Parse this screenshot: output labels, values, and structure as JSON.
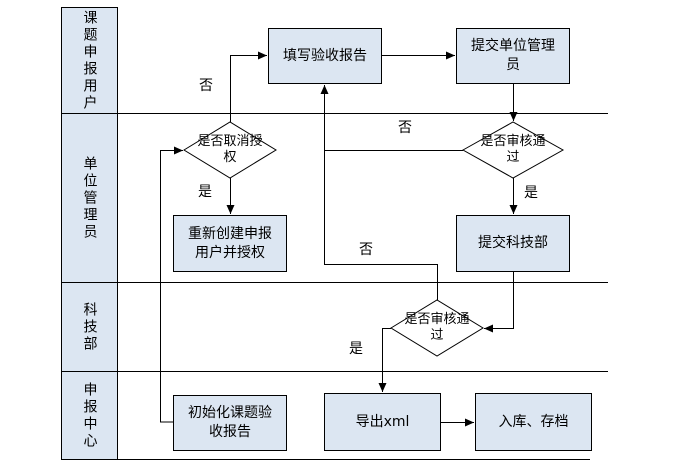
{
  "diagram": {
    "type": "swimlane-flowchart",
    "lanes": [
      {
        "label": "课题申报用户"
      },
      {
        "label": "单位管理员"
      },
      {
        "label": "科技部"
      },
      {
        "label": "申报中心"
      }
    ],
    "nodes": {
      "fill_report": "填写验收报告",
      "submit_unit_admin": "提交单位管理\n员",
      "recreate_user": "重新创建申报\n用户并授权",
      "submit_most": "提交科技部",
      "init_report": "初始化课题验\n收报告",
      "export_xml": "导出xml",
      "archive": "入库、存档"
    },
    "decisions": {
      "cancel_auth": "是否取消授\n权",
      "unit_review": "是否审核通\n过",
      "most_review": "是否审核通\n过"
    },
    "edge_labels": {
      "cancel_auth_no": "否",
      "cancel_auth_yes": "是",
      "unit_review_no": "否",
      "unit_review_yes": "是",
      "most_review_no": "否",
      "most_review_yes": "是"
    },
    "colors": {
      "shape_fill": "#dce6f2",
      "lane_fill": "#dce6f2",
      "border": "#000000",
      "background": "#ffffff",
      "decision_fill": "#ffffff"
    }
  }
}
